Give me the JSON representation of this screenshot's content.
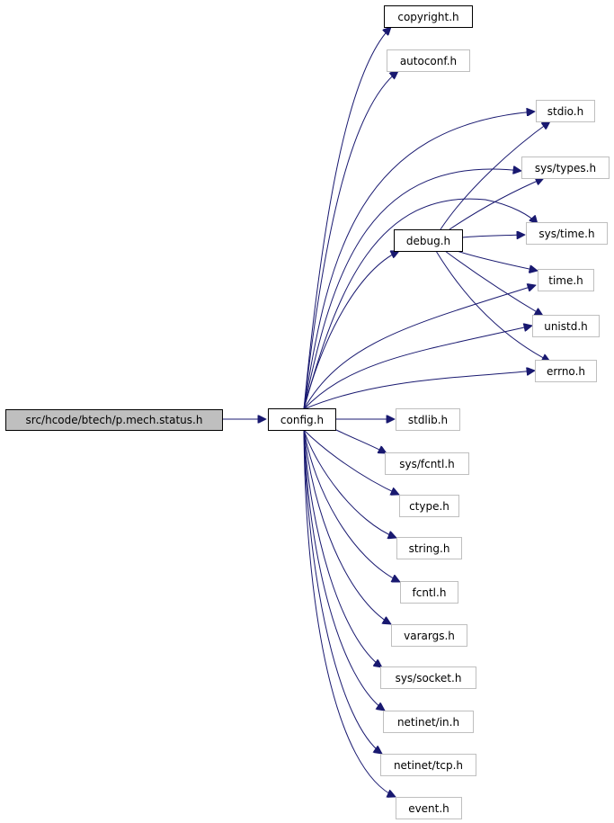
{
  "graph": {
    "root": "src/hcode/btech/p.mech.status.h",
    "config": "config.h",
    "debug": "debug.h",
    "headers": {
      "copyright": "copyright.h",
      "autoconf": "autoconf.h",
      "stdio": "stdio.h",
      "sys_types": "sys/types.h",
      "sys_time": "sys/time.h",
      "time": "time.h",
      "unistd": "unistd.h",
      "errno": "errno.h",
      "stdlib": "stdlib.h",
      "sys_fcntl": "sys/fcntl.h",
      "ctype": "ctype.h",
      "string": "string.h",
      "fcntl": "fcntl.h",
      "varargs": "varargs.h",
      "sys_socket": "sys/socket.h",
      "netinet_in": "netinet/in.h",
      "netinet_tcp": "netinet/tcp.h",
      "event": "event.h"
    },
    "edges": [
      [
        "root",
        "config"
      ],
      [
        "config",
        "copyright"
      ],
      [
        "config",
        "autoconf"
      ],
      [
        "config",
        "stdio"
      ],
      [
        "config",
        "sys_types"
      ],
      [
        "config",
        "sys_time"
      ],
      [
        "config",
        "debug"
      ],
      [
        "config",
        "time"
      ],
      [
        "config",
        "unistd"
      ],
      [
        "config",
        "errno"
      ],
      [
        "config",
        "stdlib"
      ],
      [
        "config",
        "sys_fcntl"
      ],
      [
        "config",
        "ctype"
      ],
      [
        "config",
        "string"
      ],
      [
        "config",
        "fcntl"
      ],
      [
        "config",
        "varargs"
      ],
      [
        "config",
        "sys_socket"
      ],
      [
        "config",
        "netinet_in"
      ],
      [
        "config",
        "netinet_tcp"
      ],
      [
        "config",
        "event"
      ],
      [
        "debug",
        "stdio"
      ],
      [
        "debug",
        "sys_types"
      ],
      [
        "debug",
        "sys_time"
      ],
      [
        "debug",
        "time"
      ],
      [
        "debug",
        "unistd"
      ],
      [
        "debug",
        "errno"
      ]
    ],
    "colors": {
      "edge": "#191970",
      "root_fill": "#bfbfbf",
      "documented_border": "#000000",
      "undocumented_border": "#bfbfbf"
    }
  }
}
